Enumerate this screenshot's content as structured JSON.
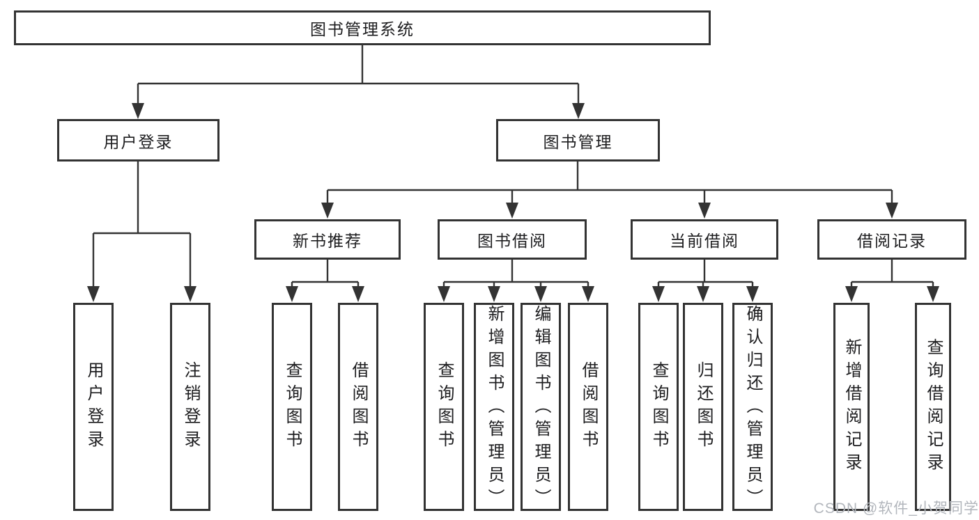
{
  "page": {
    "watermark": "CSDN @软件_小贺同学"
  },
  "colors": {
    "line": "#333333",
    "box_border": "#333333",
    "text": "#1d1d1f",
    "background": "#ffffff",
    "watermark": "#b2b6bc"
  },
  "tree": {
    "root": {
      "label": "图书管理系统"
    },
    "branches": [
      {
        "label": "用户登录",
        "children": [
          {
            "label": "用户登录"
          },
          {
            "label": "注销登录"
          }
        ]
      },
      {
        "label": "图书管理",
        "groups": [
          {
            "label": "新书推荐",
            "children": [
              {
                "label": "查询图书"
              },
              {
                "label": "借阅图书"
              }
            ]
          },
          {
            "label": "图书借阅",
            "children": [
              {
                "label": "查询图书"
              },
              {
                "label": "新增图书（管理员）"
              },
              {
                "label": "编辑图书（管理员）"
              },
              {
                "label": "借阅图书"
              }
            ]
          },
          {
            "label": "当前借阅",
            "children": [
              {
                "label": "查询图书"
              },
              {
                "label": "归还图书"
              },
              {
                "label": "确认归还（管理员）"
              }
            ]
          },
          {
            "label": "借阅记录",
            "children": [
              {
                "label": "新增借阅记录"
              },
              {
                "label": "查询借阅记录"
              }
            ]
          }
        ]
      }
    ]
  }
}
